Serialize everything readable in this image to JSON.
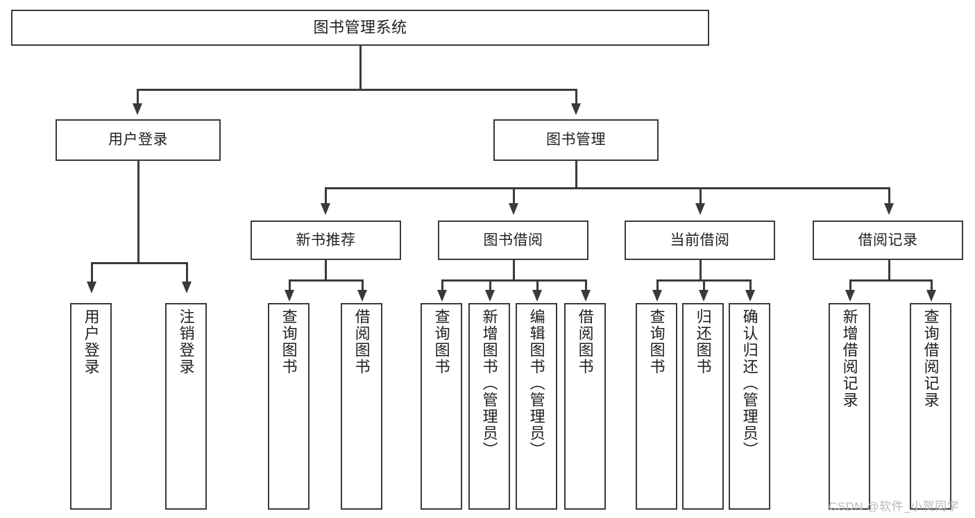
{
  "diagram": {
    "type": "tree-hierarchy-functional-decomposition",
    "root": {
      "id": "root",
      "label": "图书管理系统"
    },
    "level2": [
      {
        "id": "user-login",
        "label": "用户登录"
      },
      {
        "id": "book-management",
        "label": "图书管理"
      }
    ],
    "level3": [
      {
        "id": "new-book-recommend",
        "label": "新书推荐"
      },
      {
        "id": "book-borrow",
        "label": "图书借阅"
      },
      {
        "id": "current-borrow",
        "label": "当前借阅"
      },
      {
        "id": "borrow-record",
        "label": "借阅记录"
      }
    ],
    "leaves": [
      {
        "id": "leaf-user-login",
        "label": "用户登录",
        "parent": "user-login"
      },
      {
        "id": "leaf-logout-login",
        "label": "注销登录",
        "parent": "user-login"
      },
      {
        "id": "leaf-query-book-1",
        "label": "查询图书",
        "parent": "new-book-recommend"
      },
      {
        "id": "leaf-borrow-book-1",
        "label": "借阅图书",
        "parent": "new-book-recommend"
      },
      {
        "id": "leaf-query-book-2",
        "label": "查询图书",
        "parent": "book-borrow"
      },
      {
        "id": "leaf-add-book",
        "label": "新增图书（管理员）",
        "parent": "book-borrow"
      },
      {
        "id": "leaf-edit-book",
        "label": "编辑图书（管理员）",
        "parent": "book-borrow"
      },
      {
        "id": "leaf-borrow-book-2",
        "label": "借阅图书",
        "parent": "book-borrow"
      },
      {
        "id": "leaf-query-book-3",
        "label": "查询图书",
        "parent": "current-borrow"
      },
      {
        "id": "leaf-return-book",
        "label": "归还图书",
        "parent": "current-borrow"
      },
      {
        "id": "leaf-confirm-return",
        "label": "确认归还（管理员）",
        "parent": "current-borrow"
      },
      {
        "id": "leaf-add-record",
        "label": "新增借阅记录",
        "parent": "borrow-record"
      },
      {
        "id": "leaf-query-record",
        "label": "查询借阅记录",
        "parent": "borrow-record"
      }
    ]
  },
  "watermark": {
    "text": "CSDN @软件_小贺同学"
  },
  "colors": {
    "stroke": "#3a3a3a",
    "text": "#1f1f1f",
    "background": "#ffffff",
    "watermark": "#b9b9b9"
  }
}
